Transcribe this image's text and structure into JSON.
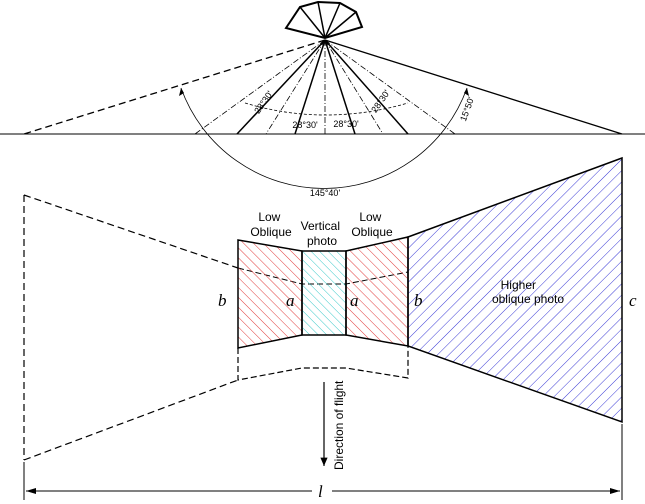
{
  "angles": {
    "top_left_1": "28°30'",
    "top_left_2": "28°30'",
    "top_right_1": "28°30'",
    "top_right_2": "28°30'",
    "right_small": "15°50'",
    "total": "145°40'"
  },
  "labels": {
    "low_oblique_left_1": "Low",
    "low_oblique_left_2": "Oblique",
    "vertical_1": "Vertical",
    "vertical_2": "photo",
    "low_oblique_right_1": "Low",
    "low_oblique_right_2": "Oblique",
    "higher_oblique_1": "Higher",
    "higher_oblique_2": "oblique photo",
    "direction": "Direction of flight"
  },
  "edge_letters": {
    "b_left": "b",
    "a_left": "a",
    "a_right": "a",
    "b_right": "b",
    "c": "c",
    "l": "l"
  },
  "colors": {
    "red_hatch": "#e23b3b",
    "cyan_hatch": "#38c9c9",
    "blue_hatch": "#3b3bd6"
  }
}
